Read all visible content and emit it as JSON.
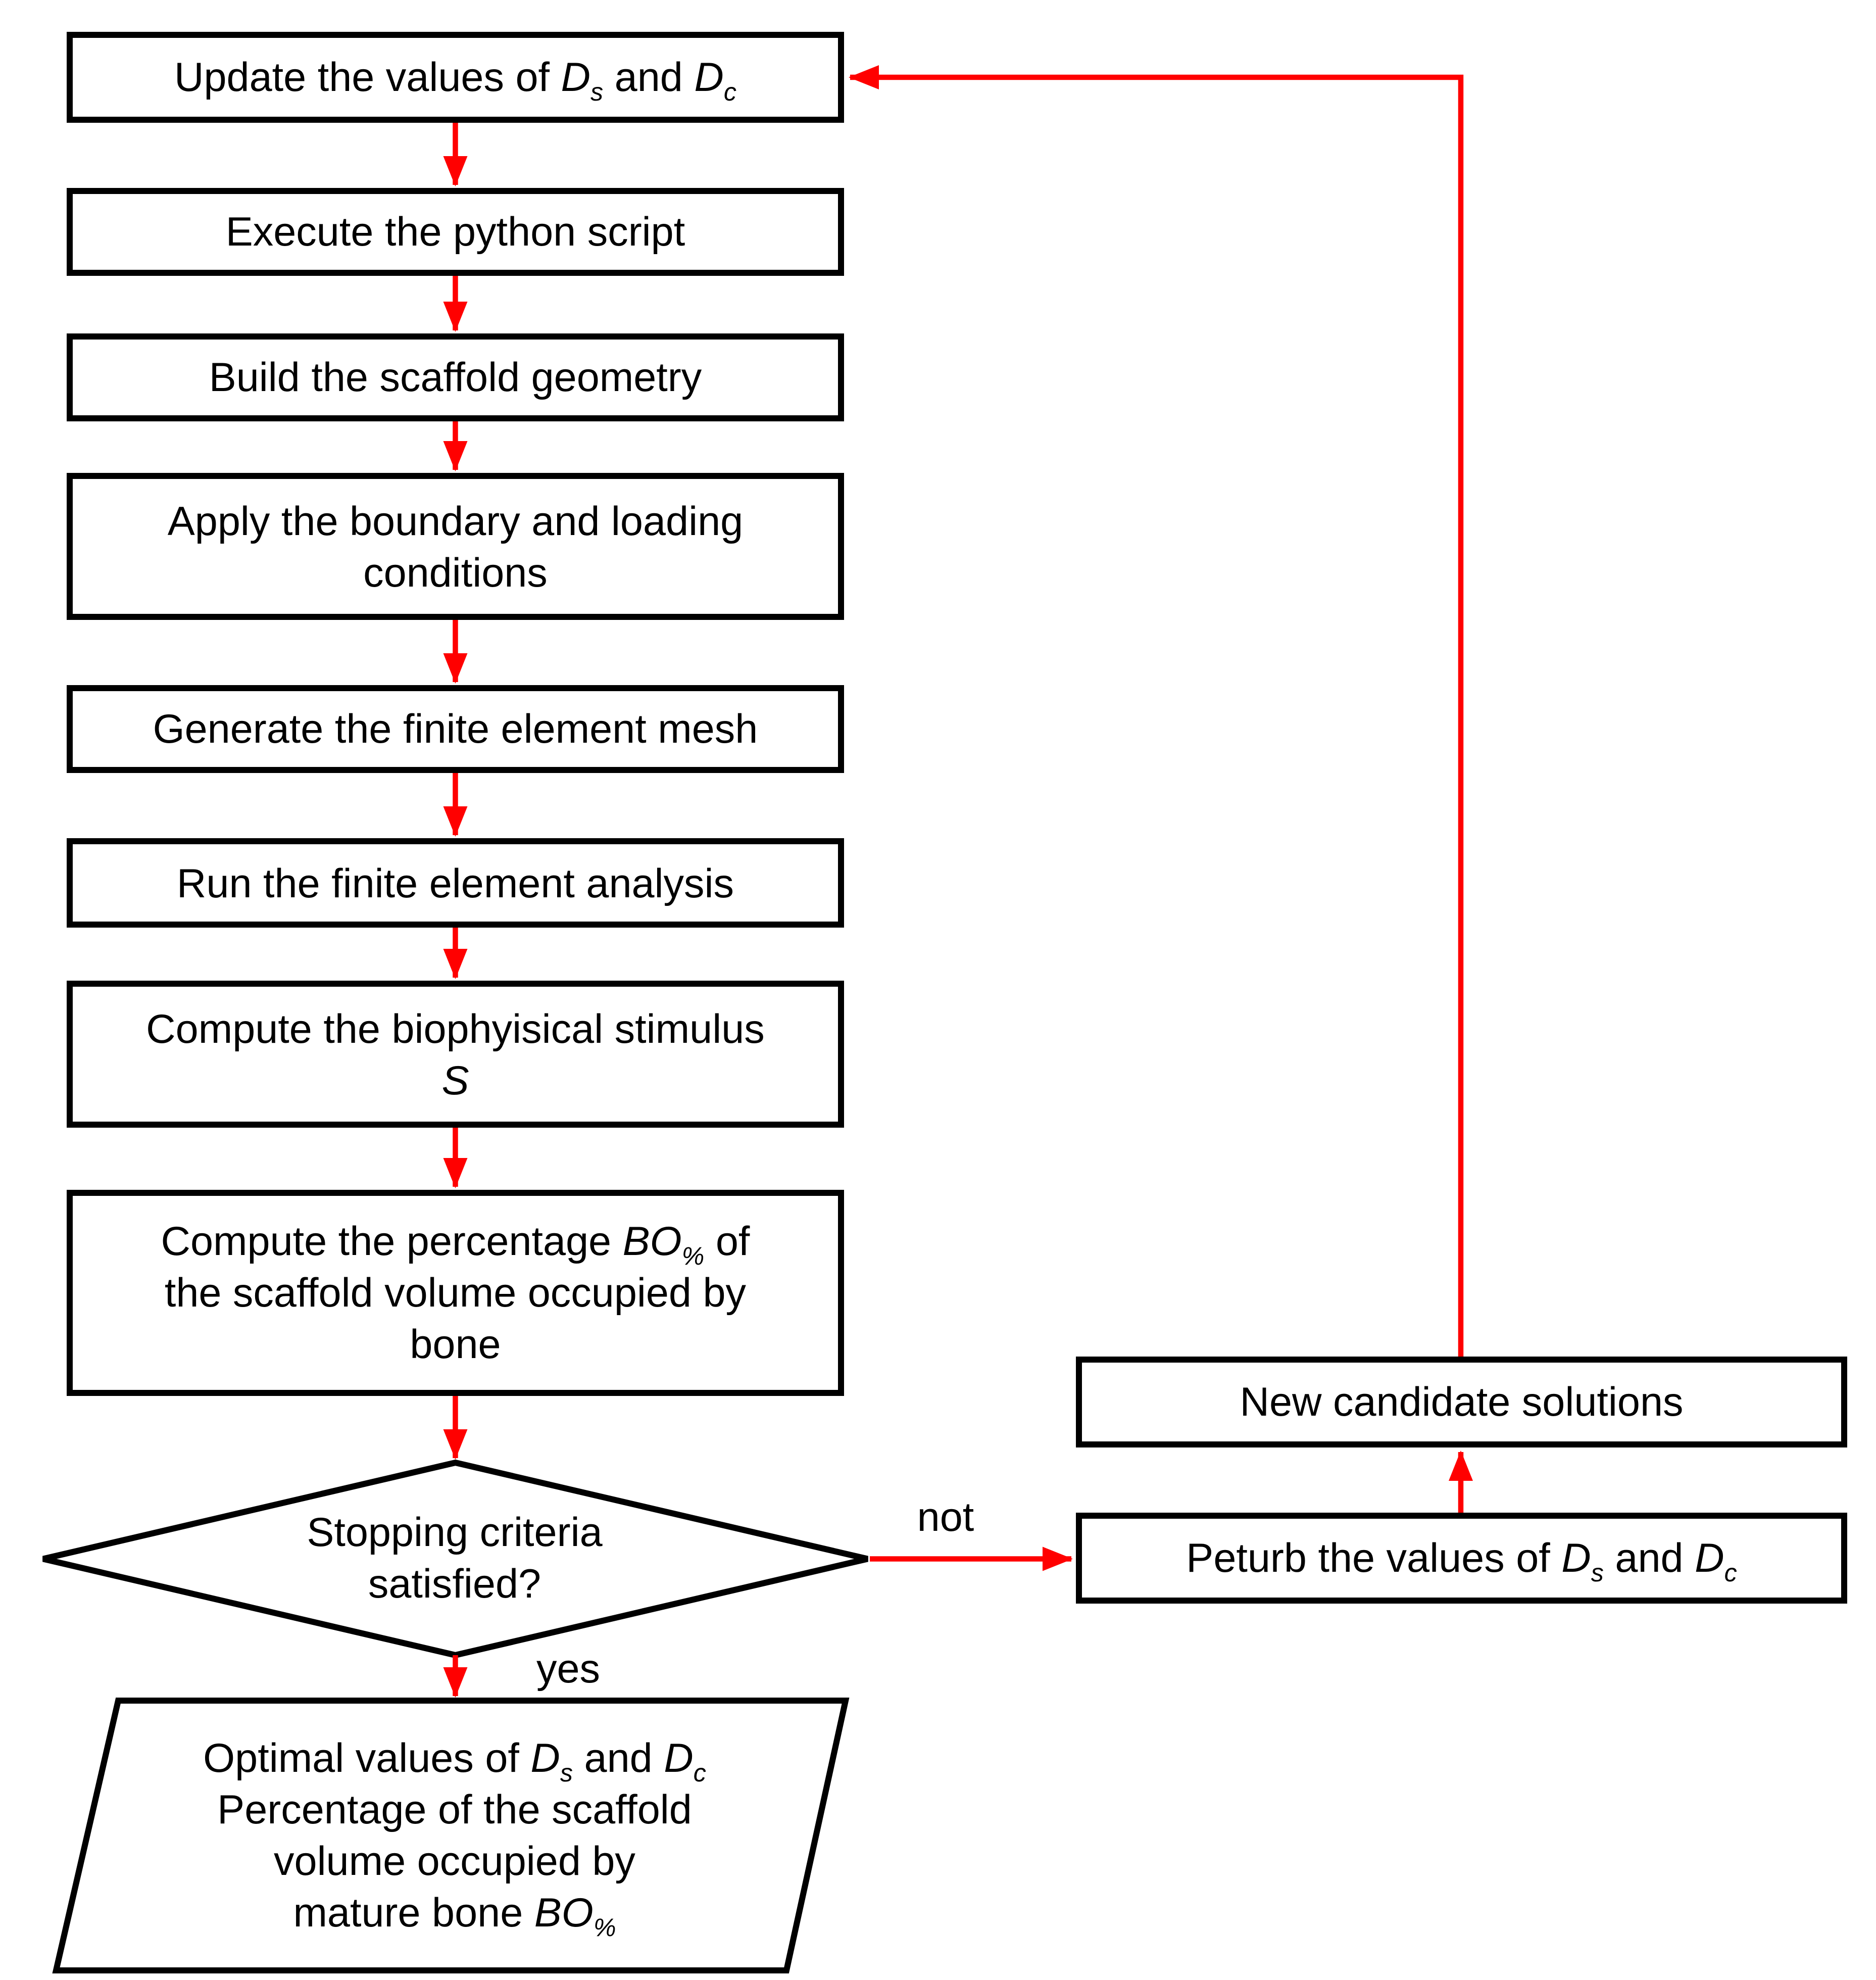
{
  "figure": {
    "type": "flowchart",
    "colors": {
      "arrow": "#ff0000",
      "border": "#000000",
      "text": "#000000",
      "background": "#ffffff"
    },
    "steps": [
      {
        "id": "update-values",
        "segments": [
          {
            "t": "Update the values of "
          },
          {
            "t": "D",
            "i": 1
          },
          {
            "t": "s",
            "i": 1,
            "sub": 1
          },
          {
            "t": " and "
          },
          {
            "t": "D",
            "i": 1
          },
          {
            "t": "c",
            "i": 1,
            "sub": 1
          }
        ]
      },
      {
        "id": "execute-script",
        "segments": [
          {
            "t": "Execute the python script"
          }
        ]
      },
      {
        "id": "build-geometry",
        "segments": [
          {
            "t": "Build the scaffold geometry"
          }
        ]
      },
      {
        "id": "boundary-conditions",
        "segments": [
          {
            "t": "Apply the boundary and loading"
          },
          {
            "br": 1
          },
          {
            "t": "conditions"
          }
        ]
      },
      {
        "id": "generate-mesh",
        "segments": [
          {
            "t": "Generate the finite element mesh"
          }
        ]
      },
      {
        "id": "run-fea",
        "segments": [
          {
            "t": "Run the finite element analysis"
          }
        ]
      },
      {
        "id": "compute-stimulus",
        "segments": [
          {
            "t": "Compute the biophyisical stimulus"
          },
          {
            "br": 1
          },
          {
            "t": "S",
            "i": 1
          }
        ]
      },
      {
        "id": "compute-bone-percentage",
        "segments": [
          {
            "t": "Compute the percentage "
          },
          {
            "t": "BO",
            "i": 1
          },
          {
            "t": "%",
            "i": 1,
            "sub": 1
          },
          {
            "t": " of"
          },
          {
            "br": 1
          },
          {
            "t": "the scaffold volume occupied by"
          },
          {
            "br": 1
          },
          {
            "t": "bone"
          }
        ]
      }
    ],
    "decision": {
      "id": "stopping-criteria",
      "segments": [
        {
          "t": "Stopping criteria"
        },
        {
          "br": 1
        },
        {
          "t": "satisfied?"
        }
      ]
    },
    "output": {
      "id": "optimal-values",
      "segments": [
        {
          "t": "Optimal values of "
        },
        {
          "t": "D",
          "i": 1
        },
        {
          "t": "s",
          "i": 1,
          "sub": 1
        },
        {
          "t": " and "
        },
        {
          "t": "D",
          "i": 1
        },
        {
          "t": "c",
          "i": 1,
          "sub": 1
        },
        {
          "br": 1
        },
        {
          "t": "Percentage of the scaffold"
        },
        {
          "br": 1
        },
        {
          "t": "volume occupied by"
        },
        {
          "br": 1
        },
        {
          "t": "mature bone "
        },
        {
          "t": "BO",
          "i": 1
        },
        {
          "t": "%",
          "i": 1,
          "sub": 1
        }
      ]
    },
    "side_boxes": {
      "new_candidates": {
        "segments": [
          {
            "t": "New candidate solutions"
          }
        ]
      },
      "perturb": {
        "segments": [
          {
            "t": "Peturb the values of "
          },
          {
            "t": "D",
            "i": 1
          },
          {
            "t": "s",
            "i": 1,
            "sub": 1
          },
          {
            "t": " and "
          },
          {
            "t": "D",
            "i": 1
          },
          {
            "t": "c",
            "i": 1,
            "sub": 1
          }
        ]
      }
    },
    "edge_labels": {
      "no_branch": "not",
      "yes_branch": "yes"
    }
  }
}
